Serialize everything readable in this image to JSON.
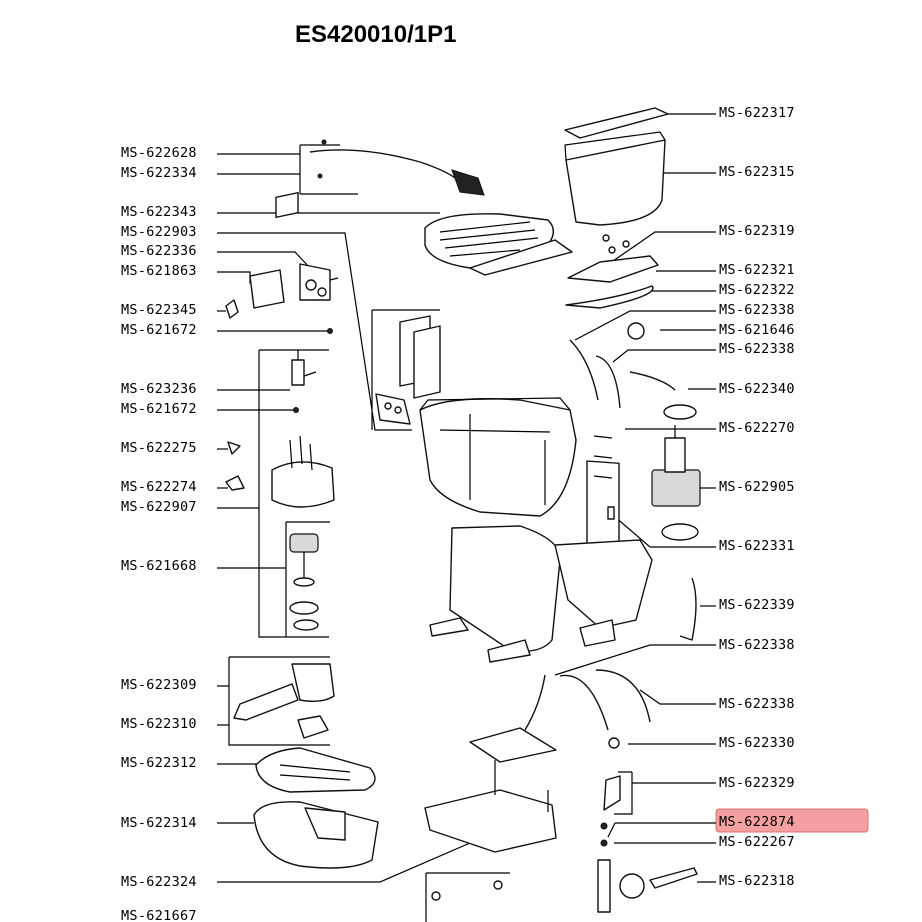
{
  "title": "ES420010/1P1",
  "highlight_color": "#f4a0a0",
  "highlighted_part": "MS-622874",
  "left_labels": [
    "MS-622628",
    "MS-622334",
    "MS-622343",
    "MS-622903",
    "MS-622336",
    "MS-621863",
    "MS-622345",
    "MS-621672",
    "MS-623236",
    "MS-621672",
    "MS-622275",
    "MS-622274",
    "MS-622907",
    "MS-621668",
    "MS-622309",
    "MS-622310",
    "MS-622312",
    "MS-622314",
    "MS-622324",
    "MS-621667"
  ],
  "right_labels": [
    "MS-622317",
    "MS-622315",
    "MS-622319",
    "MS-622321",
    "MS-622322",
    "MS-622338",
    "MS-621646",
    "MS-622338",
    "MS-622340",
    "MS-622270",
    "MS-622905",
    "MS-622331",
    "MS-622339",
    "MS-622338",
    "MS-622338",
    "MS-622330",
    "MS-622329",
    "MS-622874",
    "MS-622267",
    "MS-622318"
  ]
}
